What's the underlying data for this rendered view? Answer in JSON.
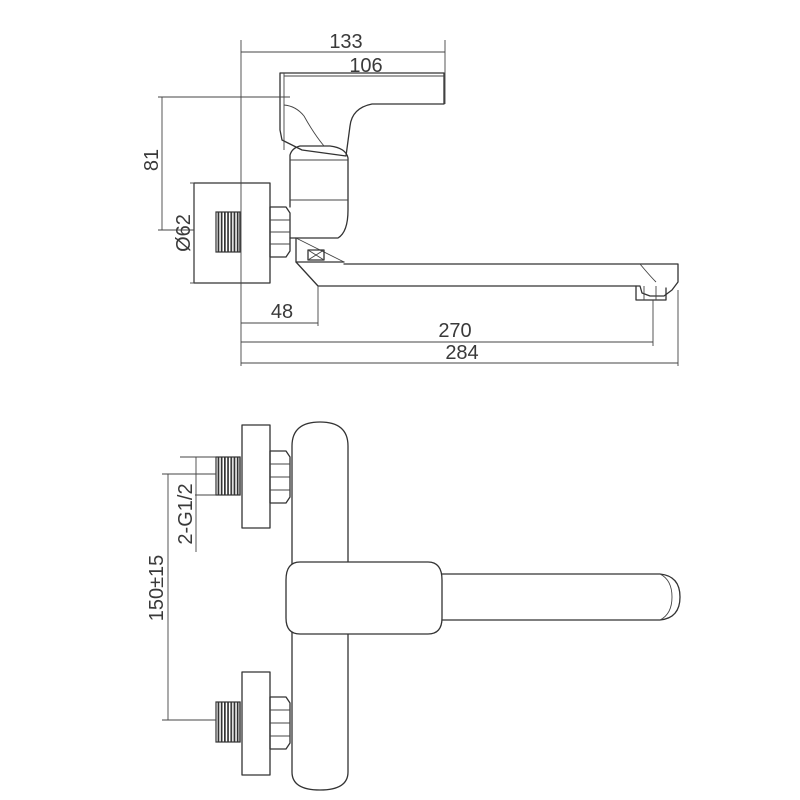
{
  "dimensions": {
    "d133": "133",
    "d106": "106",
    "d81": "81",
    "d62": "Ø62",
    "d48": "48",
    "d270": "270",
    "d284": "284",
    "g12": "2-G1/2",
    "d150": "150±15"
  }
}
